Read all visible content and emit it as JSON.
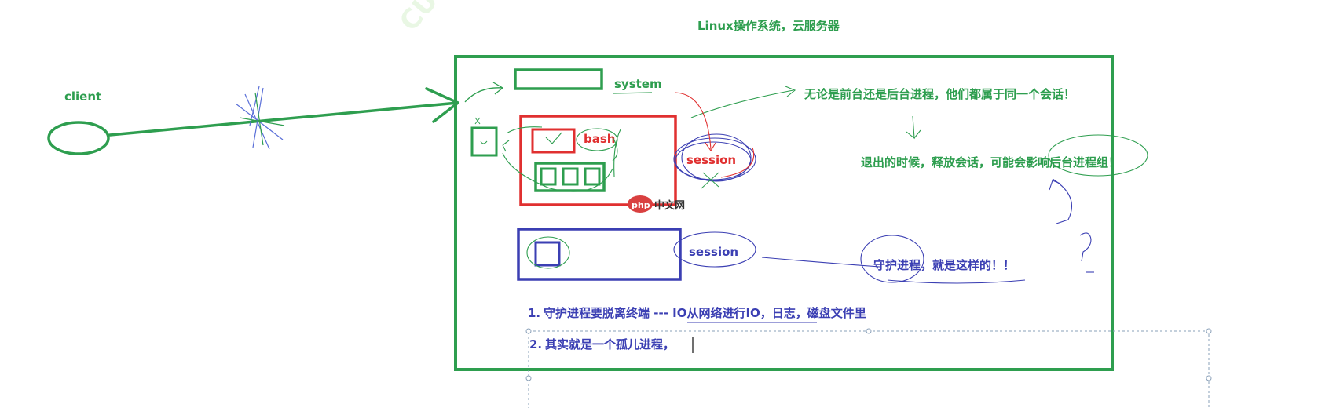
{
  "title": "Linux操作系统，云服务器",
  "client_label": "client",
  "system_label": "system",
  "bash_label": "bash",
  "session_red_label": "session",
  "session_blue_label": "session",
  "note_foreground_background": "无论是前台还是后台进程，他们都属于同一个会话！",
  "note_exit": "退出的时候，释放会话，可能会影响后台进程组！",
  "note_daemon": "守护进程，就是这样的！！",
  "question_mark": "?",
  "watermark_site": "中文网",
  "watermark_logo": "php",
  "list_item_1_num": "1.",
  "list_item_1_text": "守护进程要脱离终端 --- IO从网络进行IO，日志，磁盘文件里",
  "list_item_2_num": "2.",
  "list_item_2_text": "其实就是一个孤儿进程，",
  "colors": {
    "green": "#2e9e4f",
    "red": "#e03030",
    "blue": "#3b3fb3",
    "text_green": "#2e9e4f",
    "text_blue": "#3b3fb3"
  }
}
